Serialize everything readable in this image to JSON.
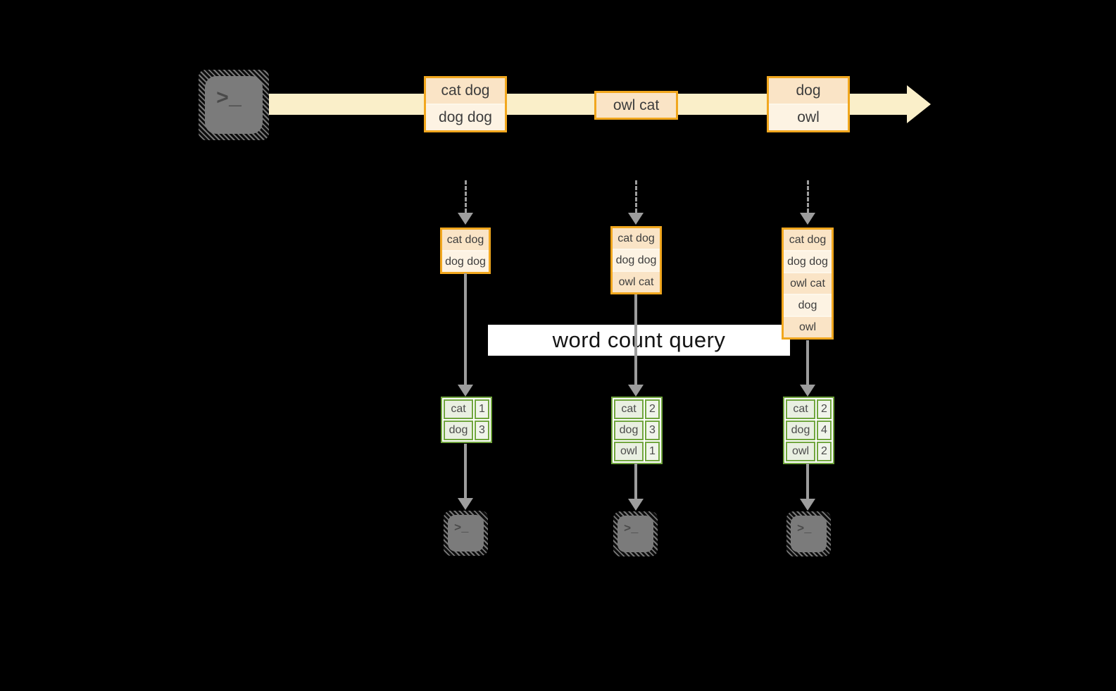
{
  "query_label": "word count query",
  "terminal_prompt": ">_",
  "colors": {
    "background": "#000000",
    "stream_band": "#FAEFC9",
    "box_border": "#F1A71E",
    "box_cell_dark": "#FAE4C6",
    "box_cell_light": "#FDF3E3",
    "green_border": "#71A63E",
    "green_word_cell": "#E9EFE1",
    "green_num_cell": "#F0F4EA",
    "arrow_gray": "#9D9D9D",
    "label_bg": "#FFFFFF",
    "terminal_gray": "#7B7B7B"
  },
  "stream_batches": [
    {
      "lines": [
        "cat dog",
        "dog dog"
      ]
    },
    {
      "lines": [
        "owl cat"
      ]
    },
    {
      "lines": [
        "dog",
        "owl"
      ]
    }
  ],
  "columns": [
    {
      "input_batch": [
        "cat dog",
        "dog dog"
      ],
      "counts": [
        {
          "word": "cat",
          "count": "1"
        },
        {
          "word": "dog",
          "count": "3"
        }
      ]
    },
    {
      "input_batch": [
        "cat dog",
        "dog dog",
        "owl cat"
      ],
      "counts": [
        {
          "word": "cat",
          "count": "2"
        },
        {
          "word": "dog",
          "count": "3"
        },
        {
          "word": "owl",
          "count": "1"
        }
      ]
    },
    {
      "input_batch": [
        "cat dog",
        "dog dog",
        "owl cat",
        "dog",
        "owl"
      ],
      "counts": [
        {
          "word": "cat",
          "count": "2"
        },
        {
          "word": "dog",
          "count": "4"
        },
        {
          "word": "owl",
          "count": "2"
        }
      ]
    }
  ]
}
